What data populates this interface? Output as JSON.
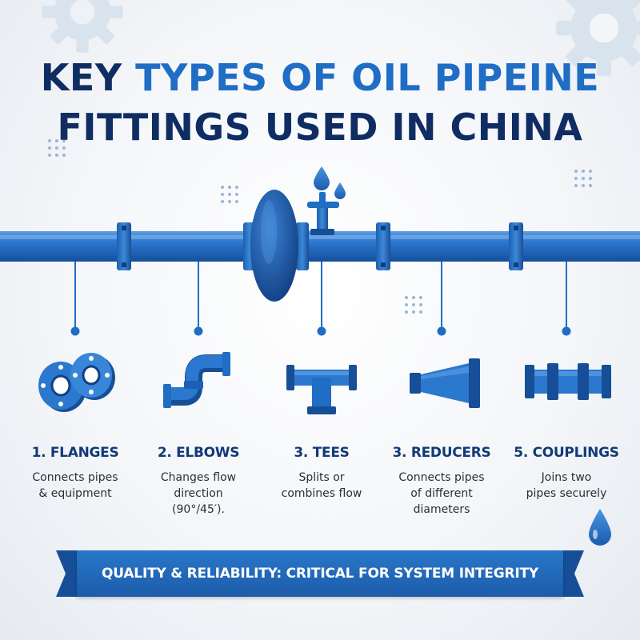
{
  "title": {
    "line1_prefix": "KEY ",
    "line1_accent": "TYPES OF OIL PIPEINE",
    "line2": "FITTINGS USED IN CHINA"
  },
  "fittings": [
    {
      "label": "1. FLANGES",
      "desc": [
        "Connects pipes",
        "& equipment"
      ],
      "icon": "flanges-icon"
    },
    {
      "label": "2. ELBOWS",
      "desc": [
        "Changes flow",
        "direction",
        "(90°/45′)."
      ],
      "icon": "elbow-icon"
    },
    {
      "label": "3. TEES",
      "desc": [
        "Splits or",
        "combines flow"
      ],
      "icon": "tee-icon"
    },
    {
      "label": "3. REDUCERS",
      "desc": [
        "Connects pipes",
        "of different",
        "diameters"
      ],
      "icon": "reducer-icon"
    },
    {
      "label": "5. COUPLINGS",
      "desc": [
        "Joins two",
        "pipes securely"
      ],
      "icon": "coupling-icon"
    }
  ],
  "banner": {
    "text": "QUALITY & RELIABILITY: CRITICAL FOR SYSTEM INTEGRITY"
  },
  "colors": {
    "title_dark": "#0f2d62",
    "title_accent": "#1f6dc4",
    "pipe_blue": "#1f6dc4",
    "banner_blue": "#1c5cab"
  }
}
